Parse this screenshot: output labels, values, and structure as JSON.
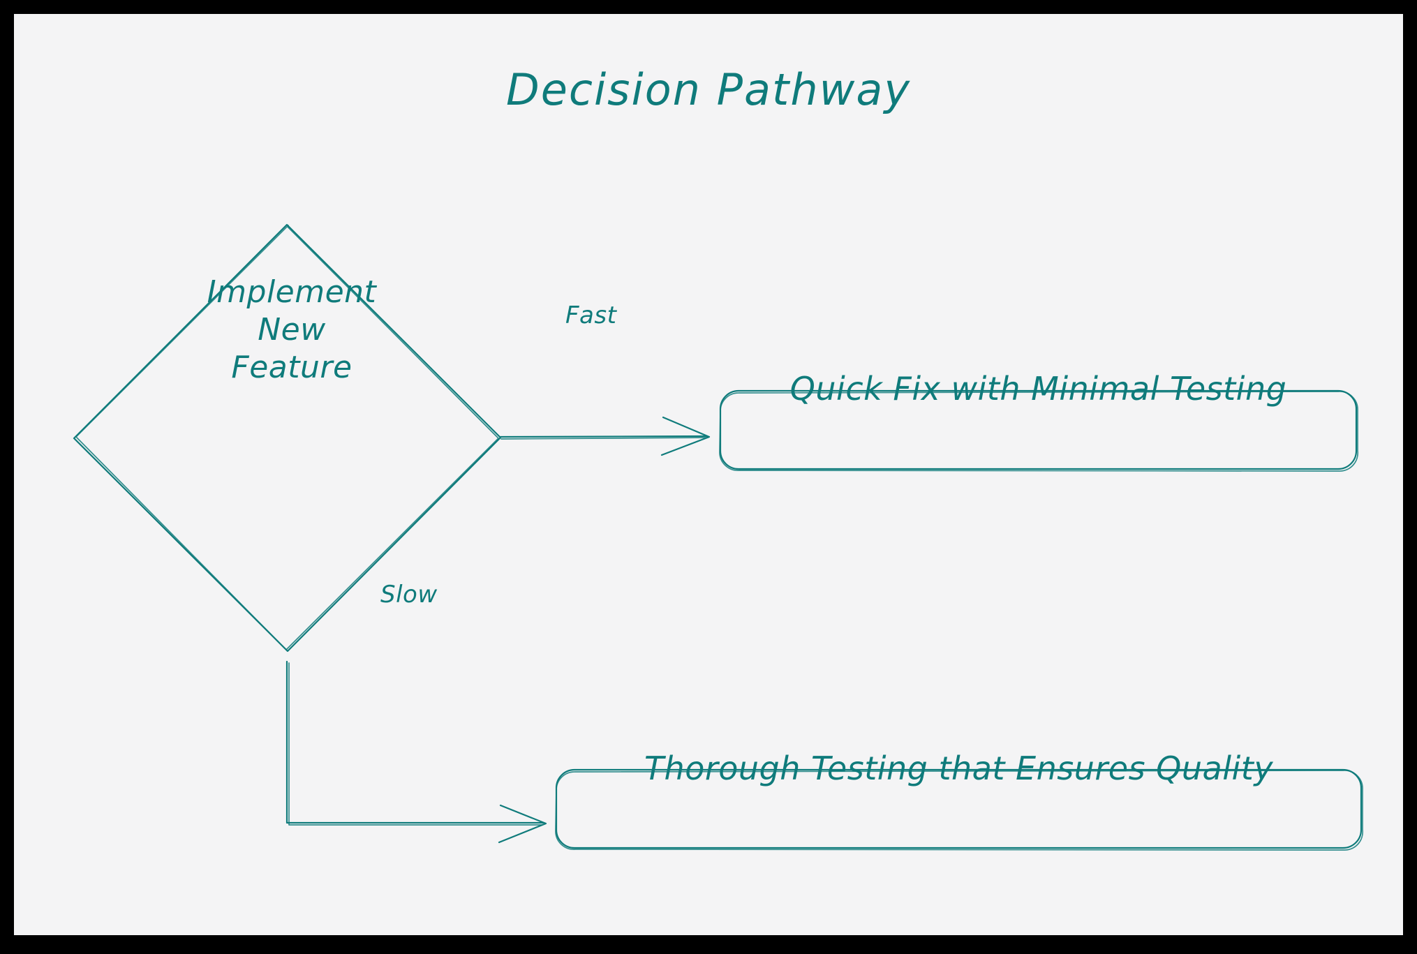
{
  "canvas": {
    "background_color": "#f4f4f5",
    "border_color": "#000000",
    "accent_color": "#0f7b7b"
  },
  "title": "Decision Pathway",
  "diagram": {
    "type": "flowchart",
    "nodes": [
      {
        "id": "decision",
        "shape": "diamond",
        "label_lines": [
          "Implement",
          "New",
          "Feature"
        ],
        "label": "Implement New Feature"
      },
      {
        "id": "quick_fix",
        "shape": "rounded-rect",
        "label": "Quick Fix with Minimal Testing"
      },
      {
        "id": "thorough",
        "shape": "rounded-rect",
        "label": "Thorough Testing that Ensures Quality"
      }
    ],
    "edges": [
      {
        "from": "decision",
        "to": "quick_fix",
        "label": "Fast"
      },
      {
        "from": "decision",
        "to": "thorough",
        "label": "Slow"
      }
    ]
  }
}
